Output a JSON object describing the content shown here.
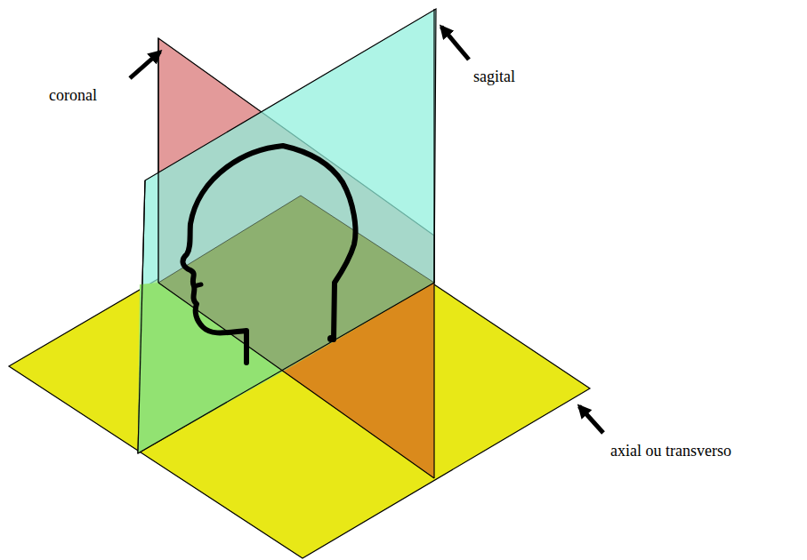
{
  "diagram": {
    "labels": [
      "coronal",
      "sagital",
      "axial ou transverso"
    ]
  }
}
